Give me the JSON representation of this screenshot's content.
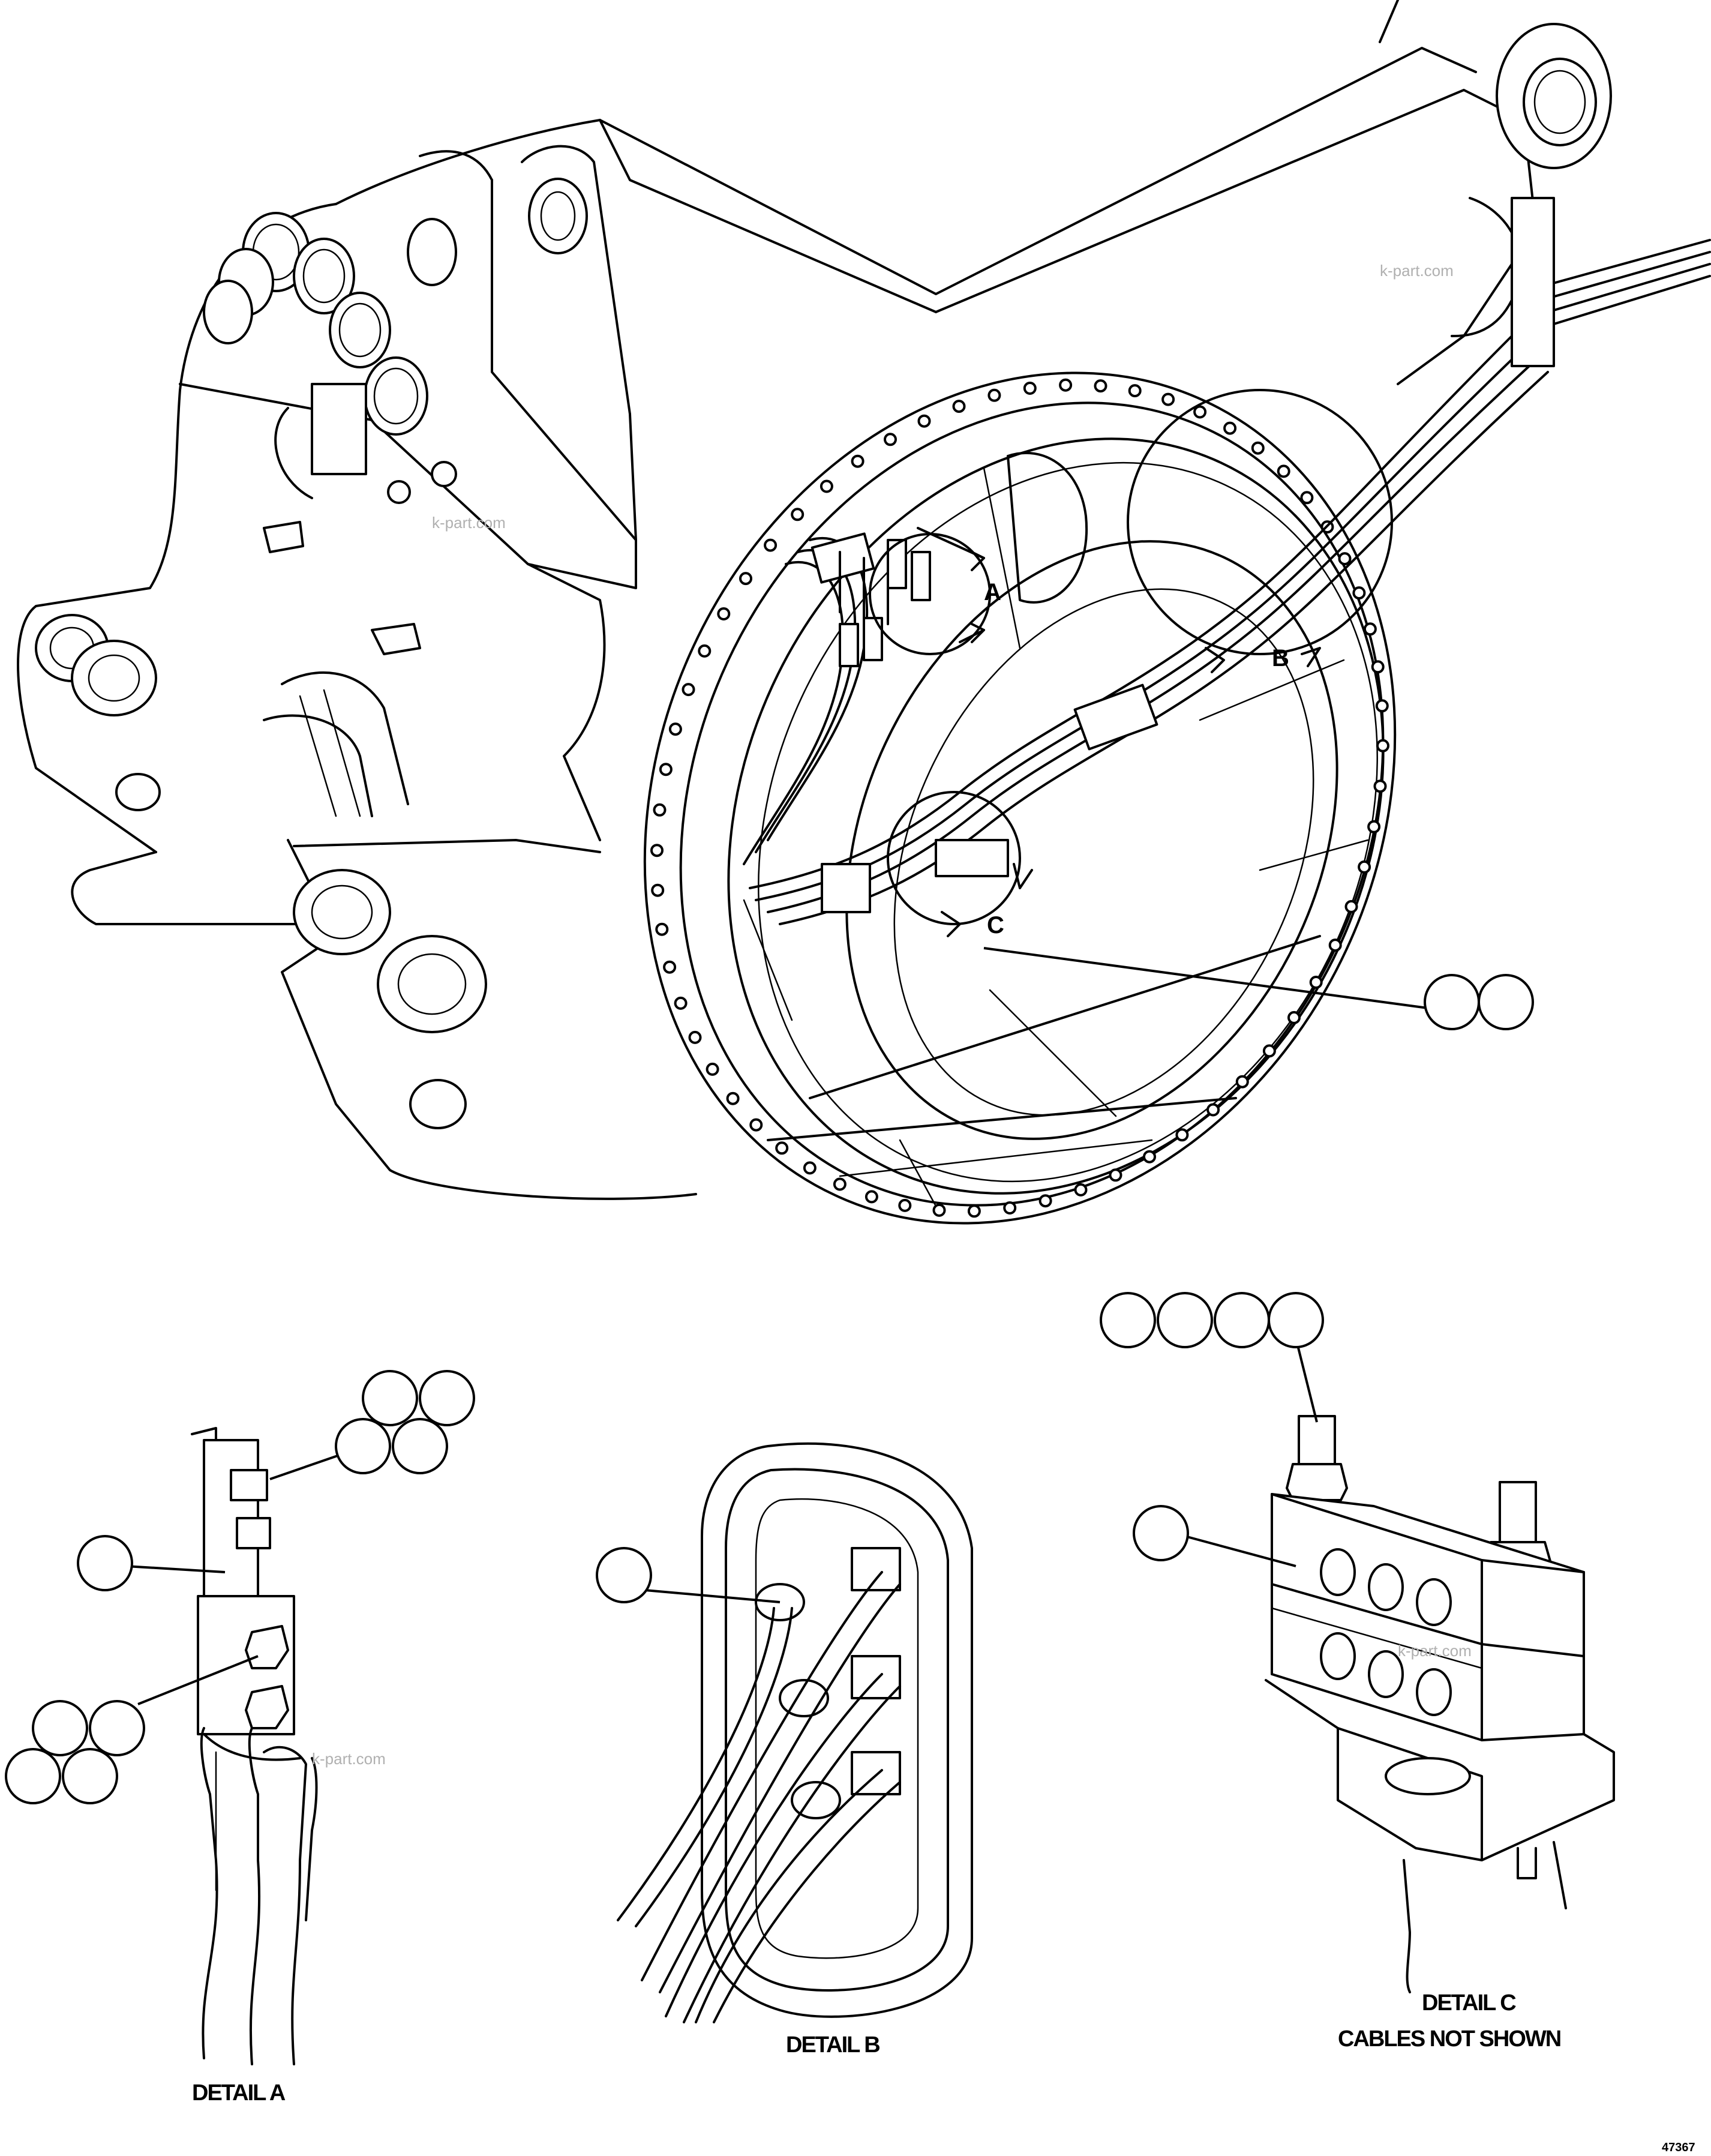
{
  "callouts": {
    "a": "A",
    "b": "B",
    "c": "C"
  },
  "captions": {
    "detail_a": "DETAIL A",
    "detail_b": "DETAIL B",
    "detail_c": "DETAIL C",
    "detail_c_note": "CABLES NOT SHOWN"
  },
  "watermark": "k-part.com",
  "figure_number": "47367"
}
